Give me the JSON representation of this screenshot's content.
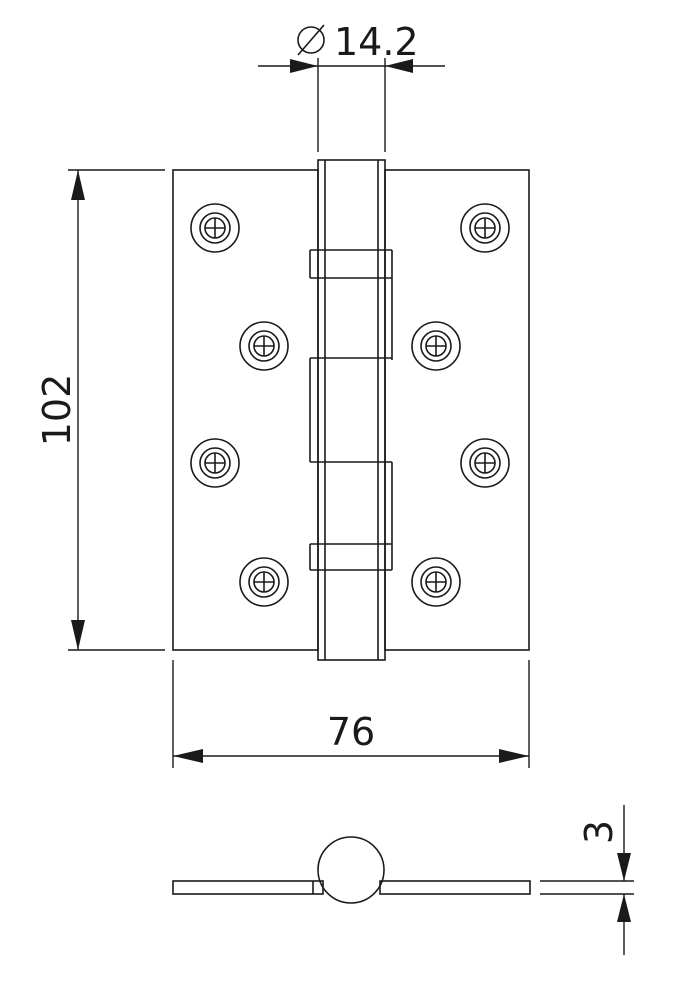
{
  "dimensions": {
    "knuckle_diameter": {
      "symbol": "⌀",
      "value": "14.2"
    },
    "height": "102",
    "width": "76",
    "thickness": "3"
  },
  "screws": {
    "count_per_leaf": 4,
    "head_type": "phillips-cross"
  },
  "colors": {
    "line": "#1a1a1a",
    "background": "#ffffff"
  }
}
